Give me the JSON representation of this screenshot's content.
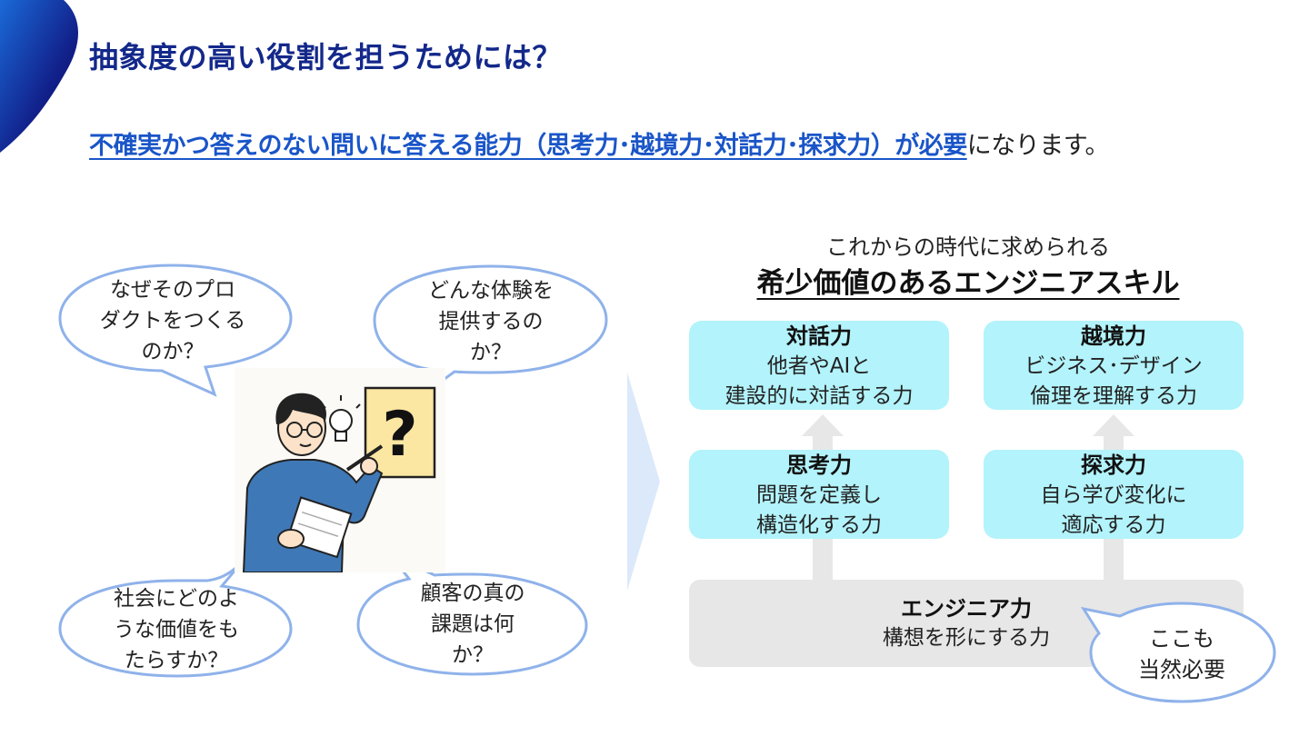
{
  "slide": {
    "title": "抽象度の高い役割を担うためには？",
    "subtitle_highlight": "不確実かつ答えのない問いに答える能力（思考力･越境力･対話力･探求力）が必要",
    "subtitle_rest": "になります。"
  },
  "bubbles": [
    {
      "text": "なぜそのプロ\nダクトをつくる\nのか？"
    },
    {
      "text": "どんな体験を\n提供するの\nか？"
    },
    {
      "text": "社会にどのよ\nうな価値をも\nたらすか？"
    },
    {
      "text": "顧客の真の\n課題は何\nか？"
    },
    {
      "text": "ここも\n当然必要"
    }
  ],
  "skills": {
    "subheading": "これからの時代に求められる",
    "heading": "希少価値のあるエンジニアスキル",
    "cards": [
      {
        "title": "対話力",
        "desc": "他者やAIと\n建設的に対話する力"
      },
      {
        "title": "越境力",
        "desc": "ビジネス･デザイン\n倫理を理解する力"
      },
      {
        "title": "思考力",
        "desc": "問題を定義し\n構造化する力"
      },
      {
        "title": "探求力",
        "desc": "自ら学び変化に\n適応する力"
      }
    ],
    "base": {
      "title": "エンジニア力",
      "desc": "構想を形にする力"
    }
  },
  "colors": {
    "title": "#13288a",
    "highlight": "#1a55c8",
    "card": "#b3f3fb",
    "base": "#e7e7e7",
    "bubble_border": "#8fb2ea"
  },
  "icons": [
    "person-thinking-illustration",
    "lightbulb-icon",
    "question-mark-icon",
    "chevron-right-icon",
    "up-arrow-icon"
  ]
}
